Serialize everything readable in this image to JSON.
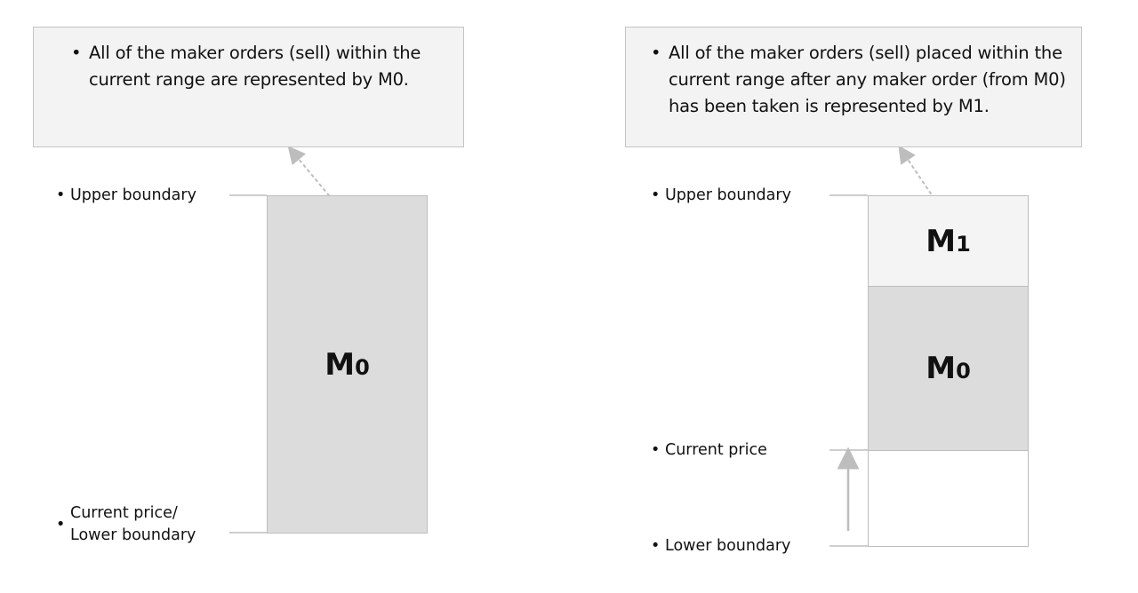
{
  "left_panel": {
    "note": "All of the maker orders (sell) within the current range are represented by M0.",
    "upper_label": "Upper boundary",
    "lower_label_line1": "Current price/",
    "lower_label_line2": "Lower boundary",
    "block": {
      "base": "M",
      "sub": "0"
    }
  },
  "right_panel": {
    "note": "All of the maker orders (sell) placed within the current range after any maker order (from M0) has been taken is represented by M1.",
    "upper_label": "Upper boundary",
    "current_label": "Current price",
    "lower_label": "Lower boundary",
    "block_top": {
      "base": "M",
      "sub": "1"
    },
    "block_mid": {
      "base": "M",
      "sub": "0"
    }
  },
  "colors": {
    "note_bg": "#f3f3f3",
    "m0_fill": "#dcdcdc",
    "m1_fill": "#f4f4f4",
    "line": "#bdbdbd"
  }
}
